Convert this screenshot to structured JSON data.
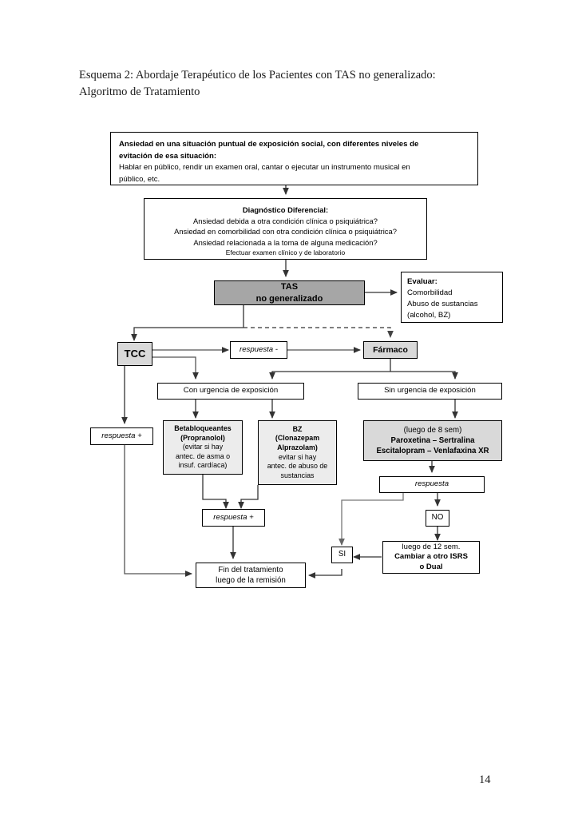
{
  "document": {
    "title_line1": "Esquema 2: Abordaje Terapéutico de los Pacientes con TAS no generalizado:",
    "title_line2": "Algoritmo de Tratamiento",
    "page_number": "14"
  },
  "chart_data": {
    "type": "diagram",
    "title": "Esquema 2: Abordaje Terapéutico de los Pacientes con TAS no generalizado: Algoritmo de Tratamiento",
    "orientation": "top-to-bottom",
    "colors": {
      "node_fill_white": "#ffffff",
      "node_fill_light_gray": "#d9d9d9",
      "node_fill_dark_gray": "#a6a6a6",
      "stroke": "#000000",
      "connector": "#4d4d4d"
    },
    "nodes": [
      {
        "id": "ansiedad",
        "fill": "#ffffff",
        "align": "left",
        "lines": [
          {
            "text": "Ansiedad en una situación puntual de exposición social, con diferentes niveles de",
            "bold": true
          },
          {
            "text": "evitación de esa situación:",
            "bold": true
          },
          {
            "text": "Hablar en público, rendir un examen oral, cantar o ejecutar un instrumento musical en",
            "bold": false
          },
          {
            "text": "público, etc.",
            "bold": false
          }
        ]
      },
      {
        "id": "diagnostico",
        "fill": "#ffffff",
        "align": "center",
        "lines": [
          {
            "text": "Diagnóstico Diferencial:",
            "bold": true
          },
          {
            "text": "Ansiedad debida a otra condición clínica o psiquiátrica?",
            "bold": false
          },
          {
            "text": "Ansiedad en comorbilidad con otra condición clínica o psiquiátrica?",
            "bold": false
          },
          {
            "text": "Ansiedad relacionada a la toma de alguna medicación?",
            "bold": false
          },
          {
            "text": "Efectuar examen clínico y de laboratorio",
            "bold": false,
            "small": true
          }
        ]
      },
      {
        "id": "tas",
        "fill": "#a6a6a6",
        "align": "center",
        "lines": [
          {
            "text": "TAS",
            "bold": true
          },
          {
            "text": "no generalizado",
            "bold": true
          }
        ]
      },
      {
        "id": "evaluar",
        "fill": "#ffffff",
        "align": "left",
        "lines": [
          {
            "text": "Evaluar:",
            "bold": true
          },
          {
            "text": "Comorbilidad",
            "bold": false
          },
          {
            "text": "Abuso de sustancias",
            "bold": false
          },
          {
            "text": "(alcohol, BZ)",
            "bold": false
          }
        ]
      },
      {
        "id": "tcc",
        "fill": "#d9d9d9",
        "align": "center",
        "lines": [
          {
            "text": "TCC",
            "bold": true
          }
        ]
      },
      {
        "id": "resp-minus",
        "fill": "#ffffff",
        "align": "center",
        "lines": [
          {
            "text": "respuesta -",
            "italic": true
          }
        ]
      },
      {
        "id": "farmaco",
        "fill": "#d9d9d9",
        "align": "center",
        "lines": [
          {
            "text": "Fármaco",
            "bold": true
          }
        ]
      },
      {
        "id": "conurg",
        "fill": "#ffffff",
        "align": "center",
        "lines": [
          {
            "text": "Con urgencia de exposición",
            "bold": false
          }
        ]
      },
      {
        "id": "sinurg",
        "fill": "#ffffff",
        "align": "center",
        "lines": [
          {
            "text": "Sin urgencia de exposición",
            "bold": false
          }
        ]
      },
      {
        "id": "resp-plus-left",
        "fill": "#ffffff",
        "align": "center",
        "lines": [
          {
            "text": "respuesta +",
            "italic": true
          }
        ]
      },
      {
        "id": "beta",
        "fill": "#ececec",
        "align": "center",
        "lines": [
          {
            "text": "Betabloqueantes",
            "bold": true
          },
          {
            "text": "(Propranolol)",
            "bold": true
          },
          {
            "text": "(evitar si hay",
            "bold": false
          },
          {
            "text": "antec. de asma o",
            "bold": false
          },
          {
            "text": "insuf. cardíaca)",
            "bold": false
          }
        ]
      },
      {
        "id": "bz",
        "fill": "#ececec",
        "align": "center",
        "lines": [
          {
            "text": "BZ",
            "bold": true
          },
          {
            "text": "(Clonazepam",
            "bold": true
          },
          {
            "text": "Alprazolam)",
            "bold": true
          },
          {
            "text": "evitar si hay",
            "bold": false
          },
          {
            "text": "antec. de abuso de",
            "bold": false
          },
          {
            "text": "sustancias",
            "bold": false
          }
        ]
      },
      {
        "id": "isrs",
        "fill": "#d9d9d9",
        "align": "center",
        "lines": [
          {
            "text": "(luego de 8 sem)",
            "bold": false
          },
          {
            "text": "Paroxetina – Sertralina",
            "bold": true
          },
          {
            "text": "Escitalopram – Venlafaxina XR",
            "bold": true
          }
        ]
      },
      {
        "id": "respuesta",
        "fill": "#ffffff",
        "align": "center",
        "lines": [
          {
            "text": "respuesta",
            "italic": true
          }
        ]
      },
      {
        "id": "resp-plus-mid",
        "fill": "#ffffff",
        "align": "center",
        "lines": [
          {
            "text": "respuesta +",
            "italic": true
          }
        ]
      },
      {
        "id": "no",
        "fill": "#ffffff",
        "align": "center",
        "lines": [
          {
            "text": "NO",
            "bold": false
          }
        ]
      },
      {
        "id": "si",
        "fill": "#ffffff",
        "align": "center",
        "lines": [
          {
            "text": "SI",
            "bold": false
          }
        ]
      },
      {
        "id": "cambiar",
        "fill": "#ffffff",
        "align": "center",
        "lines": [
          {
            "text": "luego de 12 sem.",
            "bold": false
          },
          {
            "text": "Cambiar a otro ISRS",
            "bold": true
          },
          {
            "text": "o Dual",
            "bold": true
          }
        ]
      },
      {
        "id": "fin",
        "fill": "#ffffff",
        "align": "center",
        "lines": [
          {
            "text": "Fin del tratamiento",
            "bold": false
          },
          {
            "text": "luego de la remisión",
            "bold": false
          }
        ]
      }
    ],
    "edges": [
      {
        "from": "ansiedad",
        "to": "diagnostico",
        "style": "solid"
      },
      {
        "from": "diagnostico",
        "to": "tas",
        "style": "solid"
      },
      {
        "from": "tas",
        "to": "evaluar",
        "style": "solid"
      },
      {
        "from": "tas",
        "to": "tcc",
        "style": "solid"
      },
      {
        "from": "tas",
        "to": "farmaco",
        "style": "dashed"
      },
      {
        "from": "tcc",
        "to": "resp-minus",
        "style": "solid"
      },
      {
        "from": "resp-minus",
        "to": "farmaco",
        "style": "solid"
      },
      {
        "from": "tcc",
        "to": "conurg",
        "style": "solid"
      },
      {
        "from": "farmaco",
        "to": "conurg",
        "style": "solid"
      },
      {
        "from": "farmaco",
        "to": "sinurg",
        "style": "solid"
      },
      {
        "from": "tcc",
        "to": "resp-plus-left",
        "style": "solid"
      },
      {
        "from": "conurg",
        "to": "beta",
        "style": "solid"
      },
      {
        "from": "conurg",
        "to": "bz",
        "style": "solid"
      },
      {
        "from": "sinurg",
        "to": "isrs",
        "style": "solid"
      },
      {
        "from": "beta",
        "to": "resp-plus-mid",
        "style": "solid"
      },
      {
        "from": "bz",
        "to": "resp-plus-mid",
        "style": "solid"
      },
      {
        "from": "isrs",
        "to": "respuesta",
        "style": "solid"
      },
      {
        "from": "respuesta",
        "to": "no",
        "style": "solid"
      },
      {
        "from": "respuesta",
        "to": "si",
        "style": "solid"
      },
      {
        "from": "no",
        "to": "cambiar",
        "style": "solid"
      },
      {
        "from": "cambiar",
        "to": "si",
        "style": "solid"
      },
      {
        "from": "resp-plus-mid",
        "to": "fin",
        "style": "solid"
      },
      {
        "from": "resp-plus-left",
        "to": "fin",
        "style": "solid"
      },
      {
        "from": "si",
        "to": "fin",
        "style": "solid"
      }
    ]
  }
}
